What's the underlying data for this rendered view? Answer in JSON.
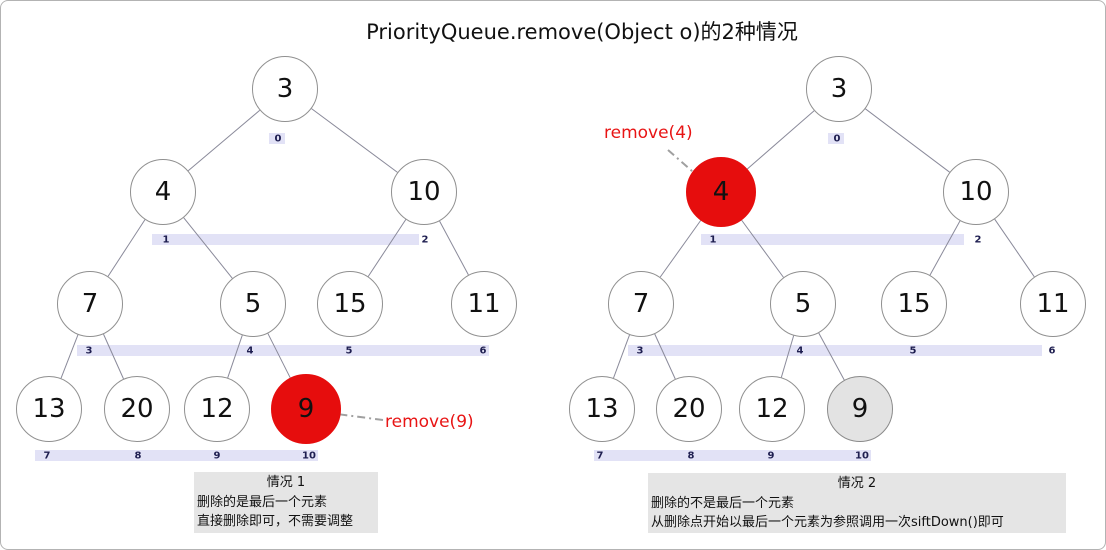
{
  "title": "PriorityQueue.remove(Object o)的2种情况",
  "colors": {
    "node_fill": "#ffffff",
    "node_stroke": "#909090",
    "highlight": "#e60d0d",
    "removed_fill": "#e3e3e3",
    "band": "#e2e2f6",
    "index_text": "#1e1e50",
    "edge": "#8a8a9a",
    "annotation": "#e81414",
    "arrow": "#a0a0a0",
    "caption_bg": "#e5e5e5",
    "border": "#b3b3b3",
    "text": "#111111"
  },
  "trees": [
    {
      "name": "case-1-tree",
      "annotation": {
        "label": "remove(9)"
      },
      "nodes": [
        {
          "value": "3",
          "index": "0",
          "state": "normal"
        },
        {
          "value": "4",
          "index": "1",
          "state": "normal"
        },
        {
          "value": "10",
          "index": "2",
          "state": "normal"
        },
        {
          "value": "7",
          "index": "3",
          "state": "normal"
        },
        {
          "value": "5",
          "index": "4",
          "state": "normal"
        },
        {
          "value": "15",
          "index": "5",
          "state": "normal"
        },
        {
          "value": "11",
          "index": "6",
          "state": "normal"
        },
        {
          "value": "13",
          "index": "7",
          "state": "normal"
        },
        {
          "value": "20",
          "index": "8",
          "state": "normal"
        },
        {
          "value": "12",
          "index": "9",
          "state": "normal"
        },
        {
          "value": "9",
          "index": "10",
          "state": "highlight"
        }
      ],
      "caption": {
        "heading": "情况 1",
        "line1": "删除的是最后一个元素",
        "line2": "直接删除即可，不需要调整"
      }
    },
    {
      "name": "case-2-tree",
      "annotation": {
        "label": "remove(4)"
      },
      "nodes": [
        {
          "value": "3",
          "index": "0",
          "state": "normal"
        },
        {
          "value": "4",
          "index": "1",
          "state": "highlight"
        },
        {
          "value": "10",
          "index": "2",
          "state": "normal"
        },
        {
          "value": "7",
          "index": "3",
          "state": "normal"
        },
        {
          "value": "5",
          "index": "4",
          "state": "normal"
        },
        {
          "value": "15",
          "index": "5",
          "state": "normal"
        },
        {
          "value": "11",
          "index": "6",
          "state": "normal"
        },
        {
          "value": "13",
          "index": "7",
          "state": "normal"
        },
        {
          "value": "20",
          "index": "8",
          "state": "normal"
        },
        {
          "value": "12",
          "index": "9",
          "state": "normal"
        },
        {
          "value": "9",
          "index": "10",
          "state": "removed"
        }
      ],
      "caption": {
        "heading": "情况 2",
        "line1": "删除的不是最后一个元素",
        "line2": "从删除点开始以最后一个元素为参照调用一次siftDown()即可"
      }
    }
  ]
}
